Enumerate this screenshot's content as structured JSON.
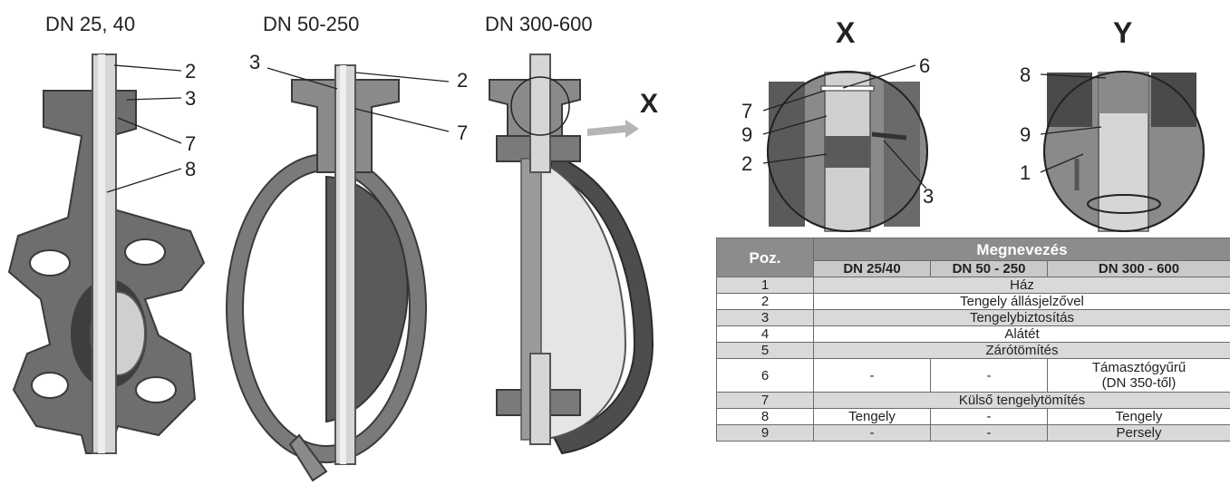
{
  "figures": {
    "dn_small": "DN 25, 40",
    "dn_medium": "DN 50-250",
    "dn_large": "DN 300-600"
  },
  "callouts": {
    "fig1": [
      "2",
      "3",
      "7",
      "8"
    ],
    "fig2": [
      "3",
      "2",
      "7"
    ],
    "fig3_marker": "X",
    "detail_x": [
      "6",
      "7",
      "9",
      "2",
      "3"
    ],
    "detail_y": [
      "8",
      "9",
      "1"
    ]
  },
  "details": {
    "x_label": "X",
    "y_label": "Y"
  },
  "table": {
    "header_pos": "Poz.",
    "header_name": "Megnevezés",
    "sub_headers": [
      "DN 25/40",
      "DN 50 - 250",
      "DN 300 - 600"
    ],
    "rows": [
      {
        "pos": "1",
        "text": "Ház"
      },
      {
        "pos": "2",
        "text": "Tengely állásjelzővel"
      },
      {
        "pos": "3",
        "text": "Tengelybiztosítás"
      },
      {
        "pos": "4",
        "text": "Alátét"
      },
      {
        "pos": "5",
        "text": "Zárótömítés"
      },
      {
        "pos": "6",
        "c1": "-",
        "c2": "-",
        "c3a": "Támasztógyűrű",
        "c3b": "(DN 350-től)"
      },
      {
        "pos": "7",
        "text": "Külső tengelytömítés"
      },
      {
        "pos": "8",
        "c1": "Tengely",
        "c2": "-",
        "c3": "Tengely"
      },
      {
        "pos": "9",
        "c1": "-",
        "c2": "-",
        "c3": "Persely"
      }
    ]
  },
  "colors": {
    "metal_dark": "#5a5a5a",
    "metal_mid": "#8a8a8a",
    "metal_light": "#c8c8c8",
    "table_head": "#8c8c8c"
  }
}
